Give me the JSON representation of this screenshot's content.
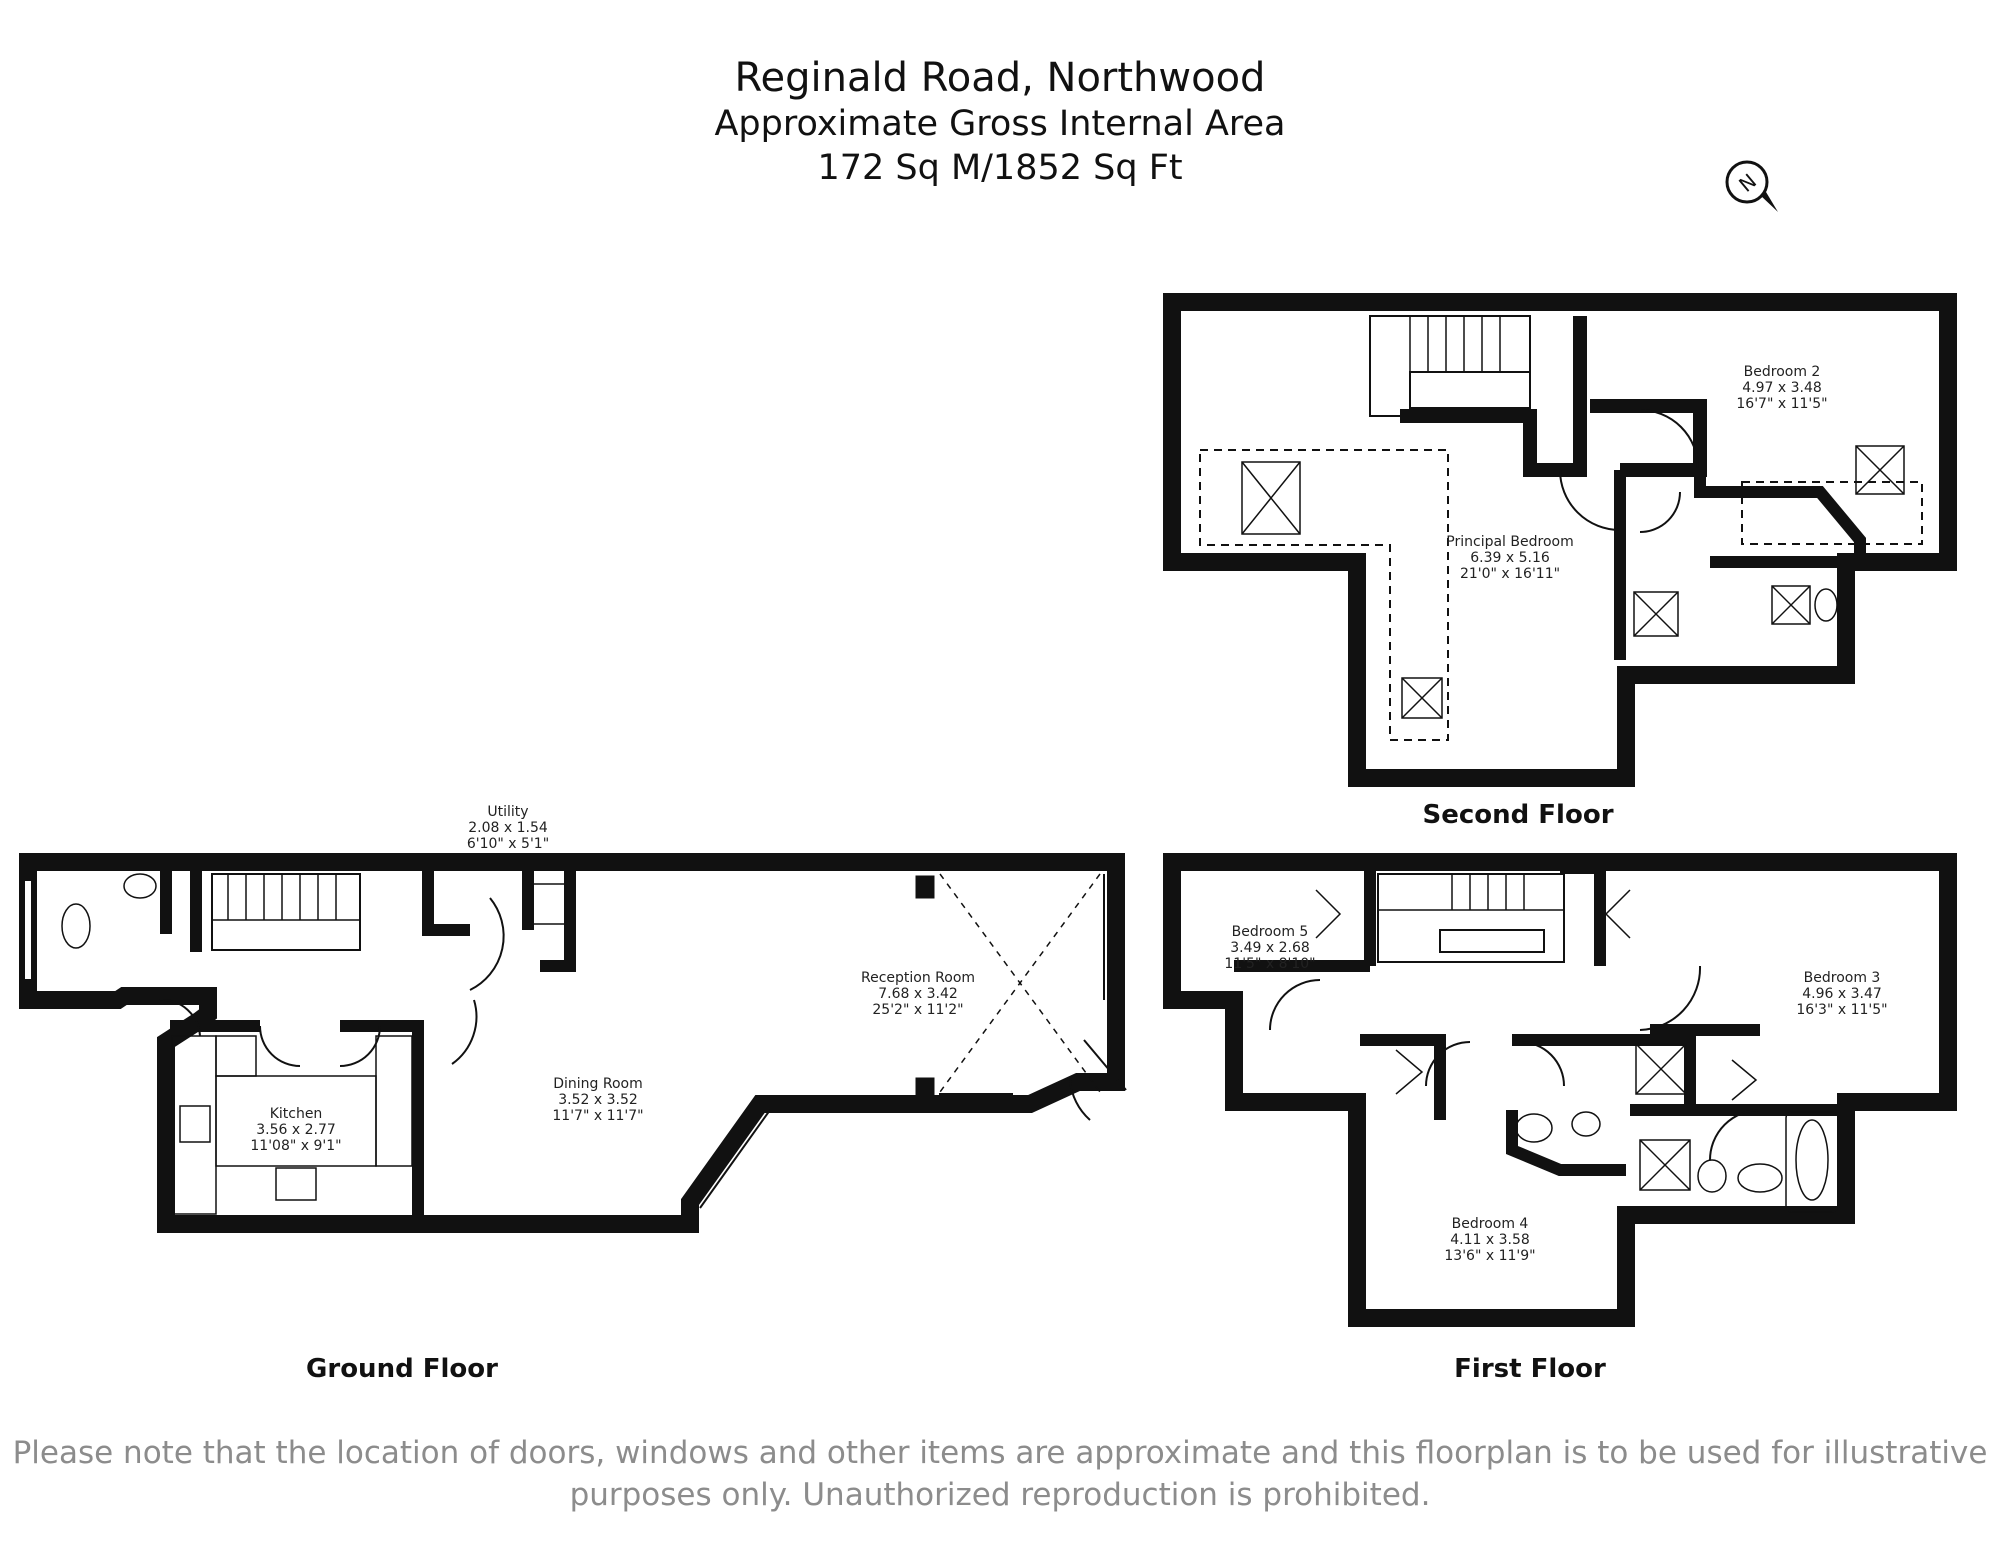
{
  "header": {
    "title": "Reginald Road, Northwood",
    "subtitle": "Approximate Gross Internal Area",
    "area": "172 Sq M/1852 Sq Ft"
  },
  "compass": {
    "letter": "N"
  },
  "floors": {
    "ground": "Ground Floor",
    "first": "First Floor",
    "second": "Second Floor"
  },
  "rooms": {
    "utility": {
      "name": "Utility",
      "metric": "2.08 x 1.54",
      "imperial": "6'10\" x 5'1\""
    },
    "kitchen": {
      "name": "Kitchen",
      "metric": "3.56 x 2.77",
      "imperial": "11'08\" x 9'1\""
    },
    "dining": {
      "name": "Dining Room",
      "metric": "3.52 x 3.52",
      "imperial": "11'7\" x 11'7\""
    },
    "reception": {
      "name": "Reception Room",
      "metric": "7.68 x 3.42",
      "imperial": "25'2\" x 11'2\""
    },
    "bedroom5": {
      "name": "Bedroom 5",
      "metric": "3.49 x 2.68",
      "imperial": "11'5\" x 8'10\""
    },
    "bedroom3": {
      "name": "Bedroom 3",
      "metric": "4.96 x 3.47",
      "imperial": "16'3\" x 11'5\""
    },
    "bedroom4": {
      "name": "Bedroom 4",
      "metric": "4.11 x 3.58",
      "imperial": "13'6\" x 11'9\""
    },
    "bedroom2": {
      "name": "Bedroom 2",
      "metric": "4.97 x 3.48",
      "imperial": "16'7\" x 11'5\""
    },
    "principal": {
      "name": "Principal Bedroom",
      "metric": "6.39 x 5.16",
      "imperial": "21'0\" x 16'11\""
    }
  },
  "disclaimer": {
    "line1": "Please note that the location of doors, windows and other items are approximate and this floorplan is to be used for illustrative",
    "line2": "purposes only. Unauthorized reproduction is prohibited."
  }
}
